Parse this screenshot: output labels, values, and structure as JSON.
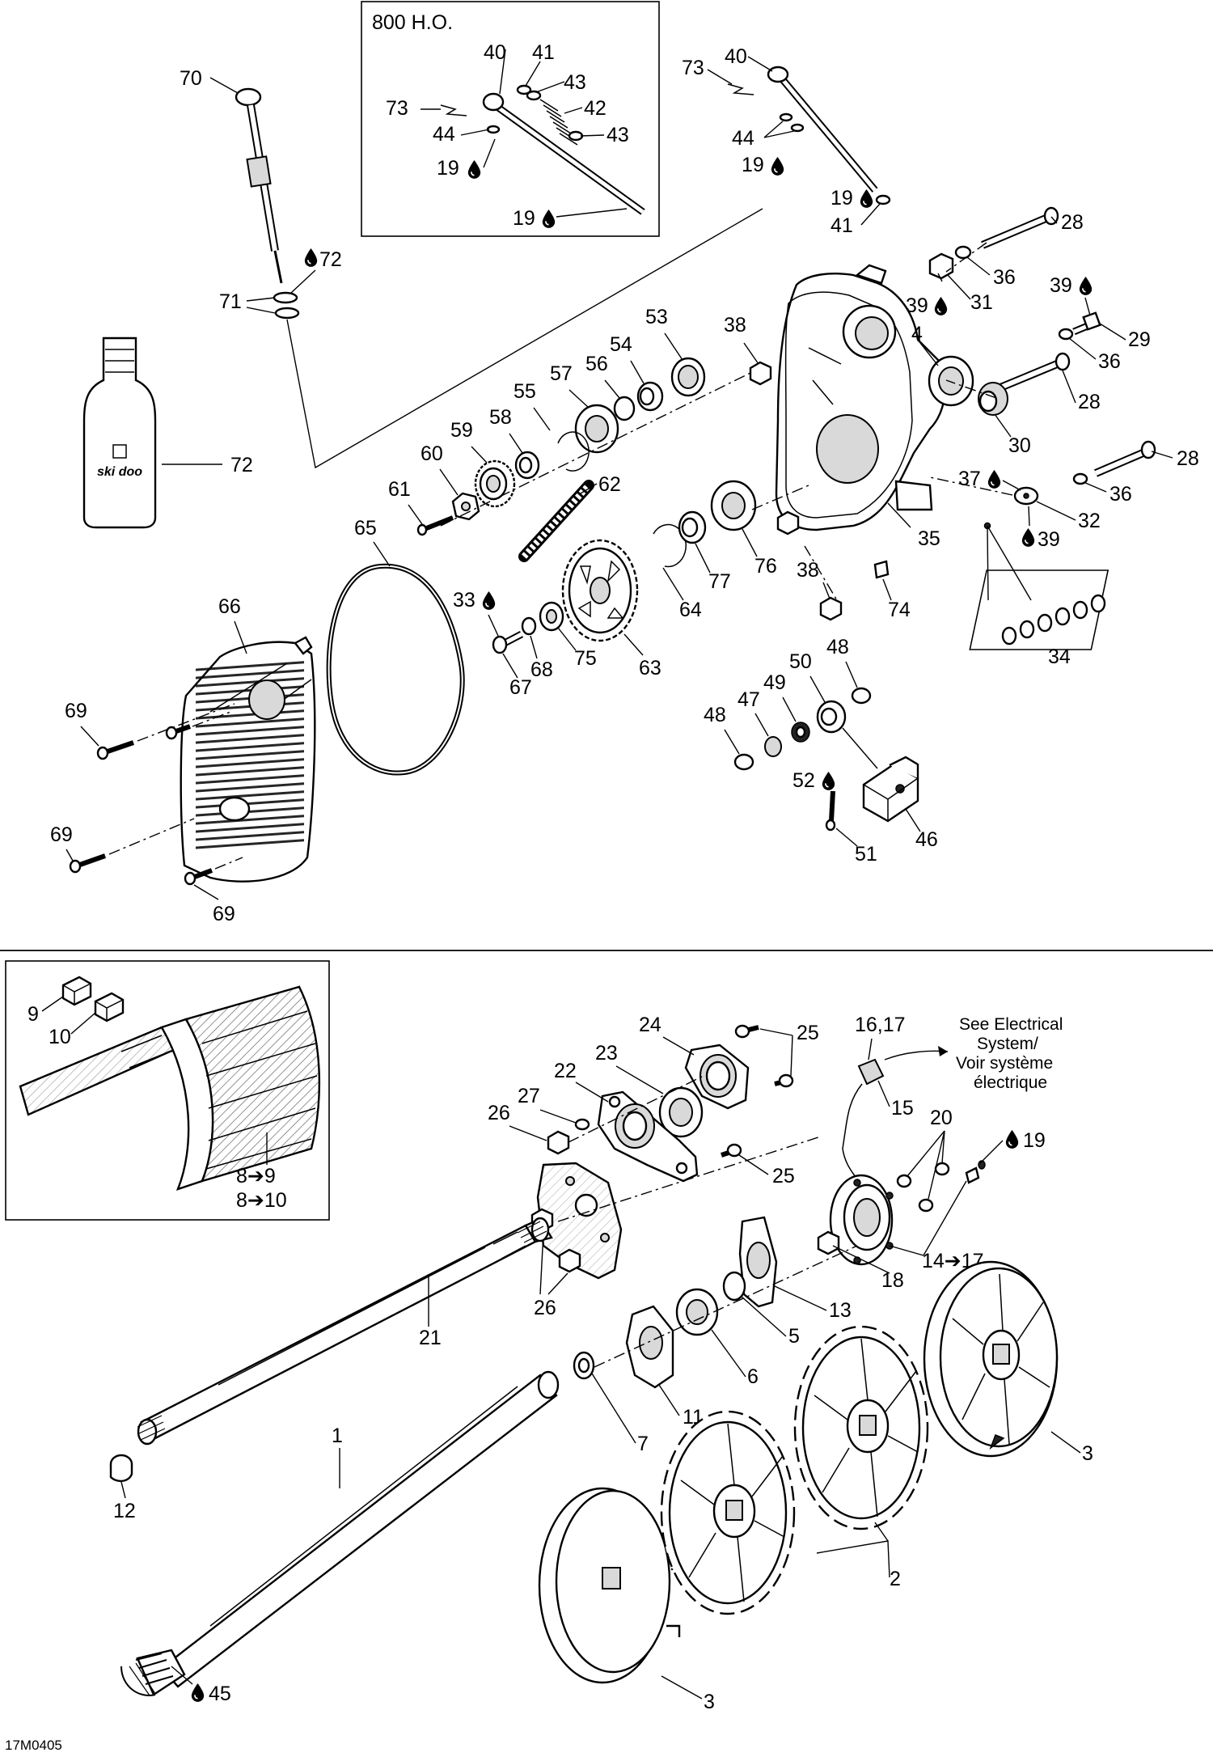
{
  "figure_code": "17M0405",
  "inset_title": "800 H.O.",
  "electrical_note": [
    "See Electrical",
    "System/",
    "Voir système",
    "électrique"
  ],
  "callouts": {
    "c1": "1",
    "c2": "2",
    "c3a": "3",
    "c3b": "3",
    "c4": "4",
    "c5": "5",
    "c6": "6",
    "c7": "7",
    "c8a": "8➔9",
    "c8b": "8➔10",
    "c9": "9",
    "c10": "10",
    "c11": "11",
    "c12": "12",
    "c13": "13",
    "c14": "14➔17",
    "c15": "15",
    "c16": "16,17",
    "c18": "18",
    "c19a": "19",
    "c19b": "19",
    "c19c": "19",
    "c19d": "19",
    "c19e": "19",
    "c20": "20",
    "c21": "21",
    "c22": "22",
    "c23": "23",
    "c24": "24",
    "c25a": "25",
    "c25b": "25",
    "c26a": "26",
    "c26b": "26",
    "c27": "27",
    "c28a": "28",
    "c28b": "28",
    "c28c": "28",
    "c29": "29",
    "c30": "30",
    "c31": "31",
    "c32": "32",
    "c33": "33",
    "c34": "34",
    "c35": "35",
    "c36a": "36",
    "c36b": "36",
    "c36c": "36",
    "c37": "37",
    "c38a": "38",
    "c38b": "38",
    "c39a": "39",
    "c39b": "39",
    "c39c": "39",
    "c40a": "40",
    "c40b": "40",
    "c41a": "41",
    "c41b": "41",
    "c42": "42",
    "c43a": "43",
    "c43b": "43",
    "c44a": "44",
    "c44b": "44",
    "c45": "45",
    "c46": "46",
    "c47": "47",
    "c48a": "48",
    "c48b": "48",
    "c49": "49",
    "c50": "50",
    "c51": "51",
    "c52": "52",
    "c53": "53",
    "c54": "54",
    "c55": "55",
    "c56": "56",
    "c57": "57",
    "c58": "58",
    "c59": "59",
    "c60": "60",
    "c61": "61",
    "c62": "62",
    "c63": "63",
    "c64": "64",
    "c65": "65",
    "c66": "66",
    "c67": "67",
    "c68": "68",
    "c69a": "69",
    "c69b": "69",
    "c69c": "69",
    "c70": "70",
    "c71": "71",
    "c72a": "72",
    "c72b": "72",
    "c73a": "73",
    "c73b": "73",
    "c74": "74",
    "c75": "75",
    "c76": "76",
    "c77": "77"
  },
  "bottle_brand": "ski doo",
  "icons": {
    "drop": "oil-drop-icon",
    "arrow": "right-arrow-glyph"
  }
}
